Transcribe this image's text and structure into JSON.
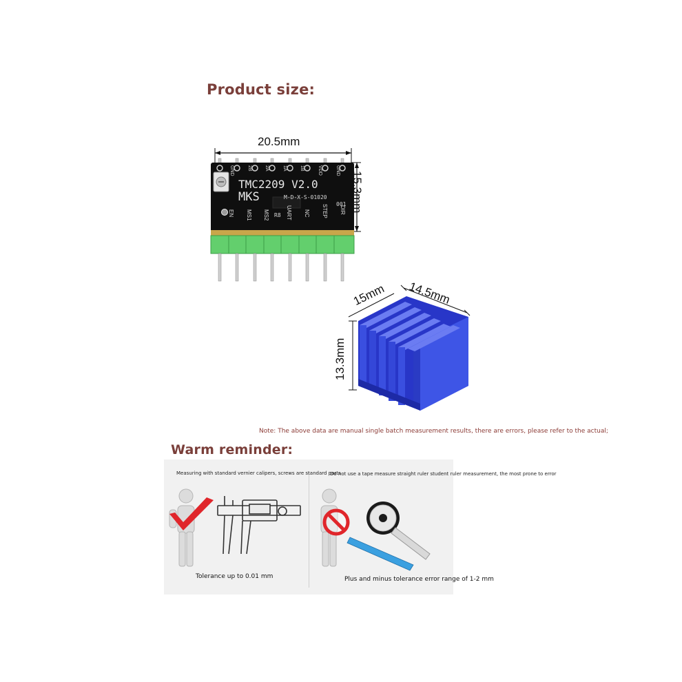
{
  "product_size": {
    "title": "Product size:",
    "board": {
      "width_label": "20.5mm",
      "height_label": "15.3mm",
      "silkscreen": {
        "model": "TMC2209 V2.0",
        "brand": "MKS",
        "serial": "M-D-X-S-01020",
        "batch": "001",
        "pins_top": [
          "GND",
          "2B",
          "2A",
          "1A",
          "1B",
          "VDD",
          "GND"
        ],
        "pins_bottom": [
          "EN",
          "MS1",
          "MS2",
          "UART",
          "NC",
          "STEP",
          "DIR"
        ],
        "ref": "R8"
      }
    },
    "heatsink": {
      "depth_label": "15mm",
      "width_label": "14.5mm",
      "height_label": "13.3mm"
    },
    "note": "Note: The above data are manual single batch measurement results, there are errors, please refer to the actual;"
  },
  "warm_reminder": {
    "title": "Warm reminder:",
    "left": {
      "heading": "Measuring with standard vernier calipers, screws are standard parts",
      "caption": "Tolerance up to 0.01 mm"
    },
    "right": {
      "heading": "Do not use a tape measure straight ruler student ruler measurement, the most prone to error",
      "caption": "Plus and minus tolerance error range of 1-2 mm"
    }
  },
  "colors": {
    "title": "#7a3f3a",
    "pcb": "#111111",
    "header_green": "#63cf6d",
    "heatsink_blue": "#2f3fd8",
    "check_red": "#e0262b",
    "ruler_blue": "#3ba0e0"
  }
}
